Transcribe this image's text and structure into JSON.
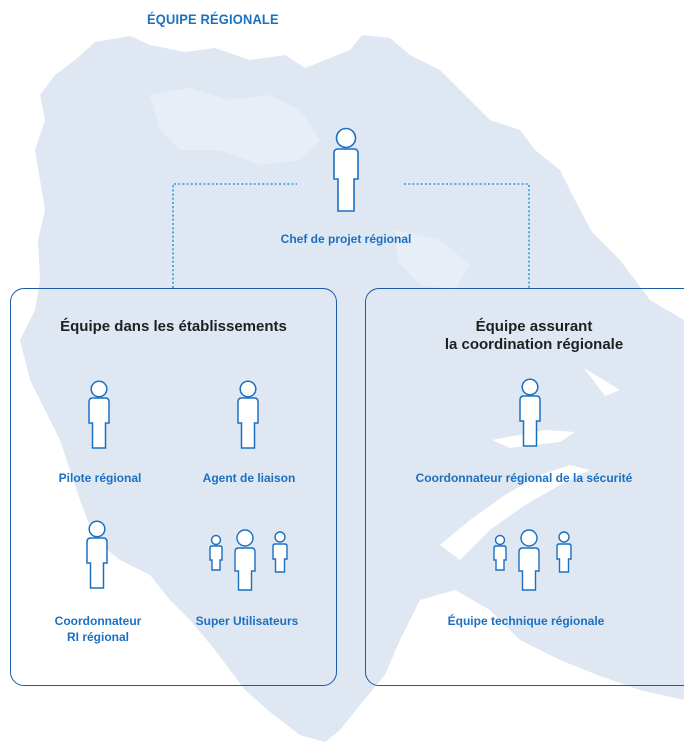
{
  "title": "ÉQUIPE RÉGIONALE",
  "colors": {
    "accent": "#1b70c1",
    "outline": "#1b5aa6",
    "map": "#dfe7f2",
    "text": "#1f1f1f"
  },
  "top_role": {
    "label": "Chef de projet régional",
    "icon": "person-icon"
  },
  "left_panel": {
    "title": "Équipe dans les établissements",
    "roles": [
      {
        "label": "Pilote régional",
        "icon": "person-icon"
      },
      {
        "label": "Agent de liaison",
        "icon": "person-icon"
      },
      {
        "label": "Coordonnateur\nRI régional",
        "icon": "person-icon"
      },
      {
        "label": "Super Utilisateurs",
        "icon": "group-icon"
      }
    ]
  },
  "right_panel": {
    "title": "Équipe assurant\nla coordination régionale",
    "roles": [
      {
        "label": "Coordonnateur régional de la sécurité",
        "icon": "person-icon"
      },
      {
        "label": "Équipe technique régionale",
        "icon": "group-icon"
      }
    ]
  }
}
